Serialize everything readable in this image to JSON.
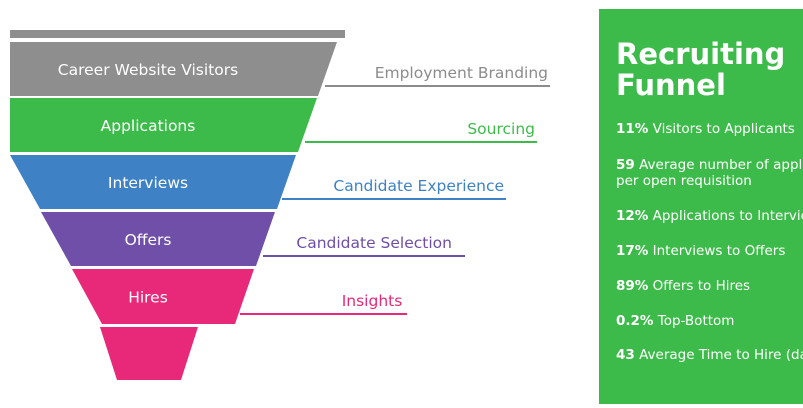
{
  "funnel": {
    "stages": [
      {
        "label": "Career Website Visitors",
        "category": "Employment Branding",
        "color": "#8e8e8e",
        "label_color": "#8c8c8c"
      },
      {
        "label": "Applications",
        "category": "Sourcing",
        "color": "#3dbb4a",
        "label_color": "#3dbb4a"
      },
      {
        "label": "Interviews",
        "category": "Candidate Experience",
        "color": "#3e82c5",
        "label_color": "#3e82c5"
      },
      {
        "label": "Offers",
        "category": "Candidate Selection",
        "color": "#6f4fa7",
        "label_color": "#6f4fa7"
      },
      {
        "label": "Hires",
        "category": "Insights",
        "color": "#e8297a",
        "label_color": "#e8297a"
      }
    ],
    "tip_color": "#e8297a",
    "top_bar_color": "#8e8e8e"
  },
  "panel": {
    "title_line1": "Recruiting",
    "title_line2": "Funnel",
    "background": "#3dbb4a",
    "stats": [
      {
        "value": "11%",
        "text": "Visitors to Applicants"
      },
      {
        "value": "59",
        "text": "Average number of applicants",
        "text2": "per open requisition"
      },
      {
        "value": "12%",
        "text": "Applications to Interviews"
      },
      {
        "value": "17%",
        "text": "Interviews to Offers"
      },
      {
        "value": "89%",
        "text": "Offers to Hires"
      },
      {
        "value": "0.2%",
        "text": "Top-Bottom"
      },
      {
        "value": "43",
        "text": "Average Time to Hire (days)"
      }
    ]
  }
}
